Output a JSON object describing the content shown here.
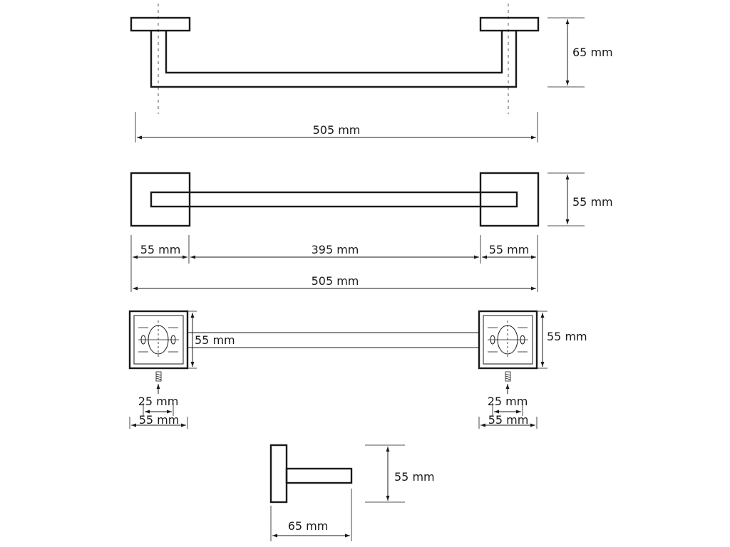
{
  "dimensions": {
    "top_height": "65 mm",
    "top_width": "505 mm",
    "front_height": "55 mm",
    "front_left": "55 mm",
    "front_middle": "395 mm",
    "front_right": "55 mm",
    "front_total": "505 mm",
    "mount_left_height": "55 mm",
    "mount_right_height": "55 mm",
    "mount_left_hole": "25 mm",
    "mount_left_width": "55 mm",
    "mount_right_hole": "25 mm",
    "mount_right_width": "55 mm",
    "side_height": "55 mm",
    "side_depth": "65 mm"
  }
}
